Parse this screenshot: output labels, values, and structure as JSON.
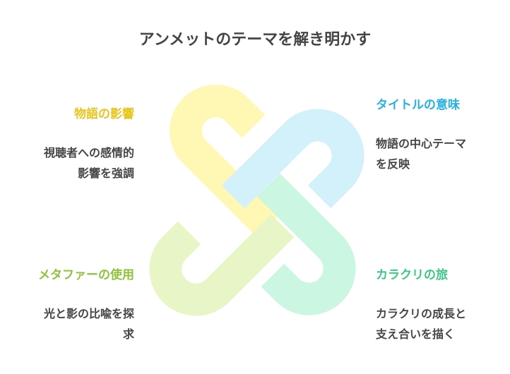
{
  "title": "アンメットのテーマを解き明かす",
  "sections": {
    "top_left": {
      "heading": "物語の影響",
      "text": "視聴者への感情的\n影響を強調",
      "color": "#e6c61c"
    },
    "top_right": {
      "heading": "タイトルの意味",
      "text": "物語の中心テーマ\nを反映",
      "color": "#26b2e0"
    },
    "bottom_left": {
      "heading": "メタファーの使用",
      "text": "光と影の比喩を探\n求",
      "color": "#8fc23b"
    },
    "bottom_right": {
      "heading": "カラクリの旅",
      "text": "カラクリの成長と\n支え合いを描く",
      "color": "#3cc884"
    }
  },
  "knot_colors": {
    "yellow": "#fff7b3",
    "blue": "#d3f1fb",
    "green": "#e8f5c6",
    "mint": "#cbf6e2"
  }
}
